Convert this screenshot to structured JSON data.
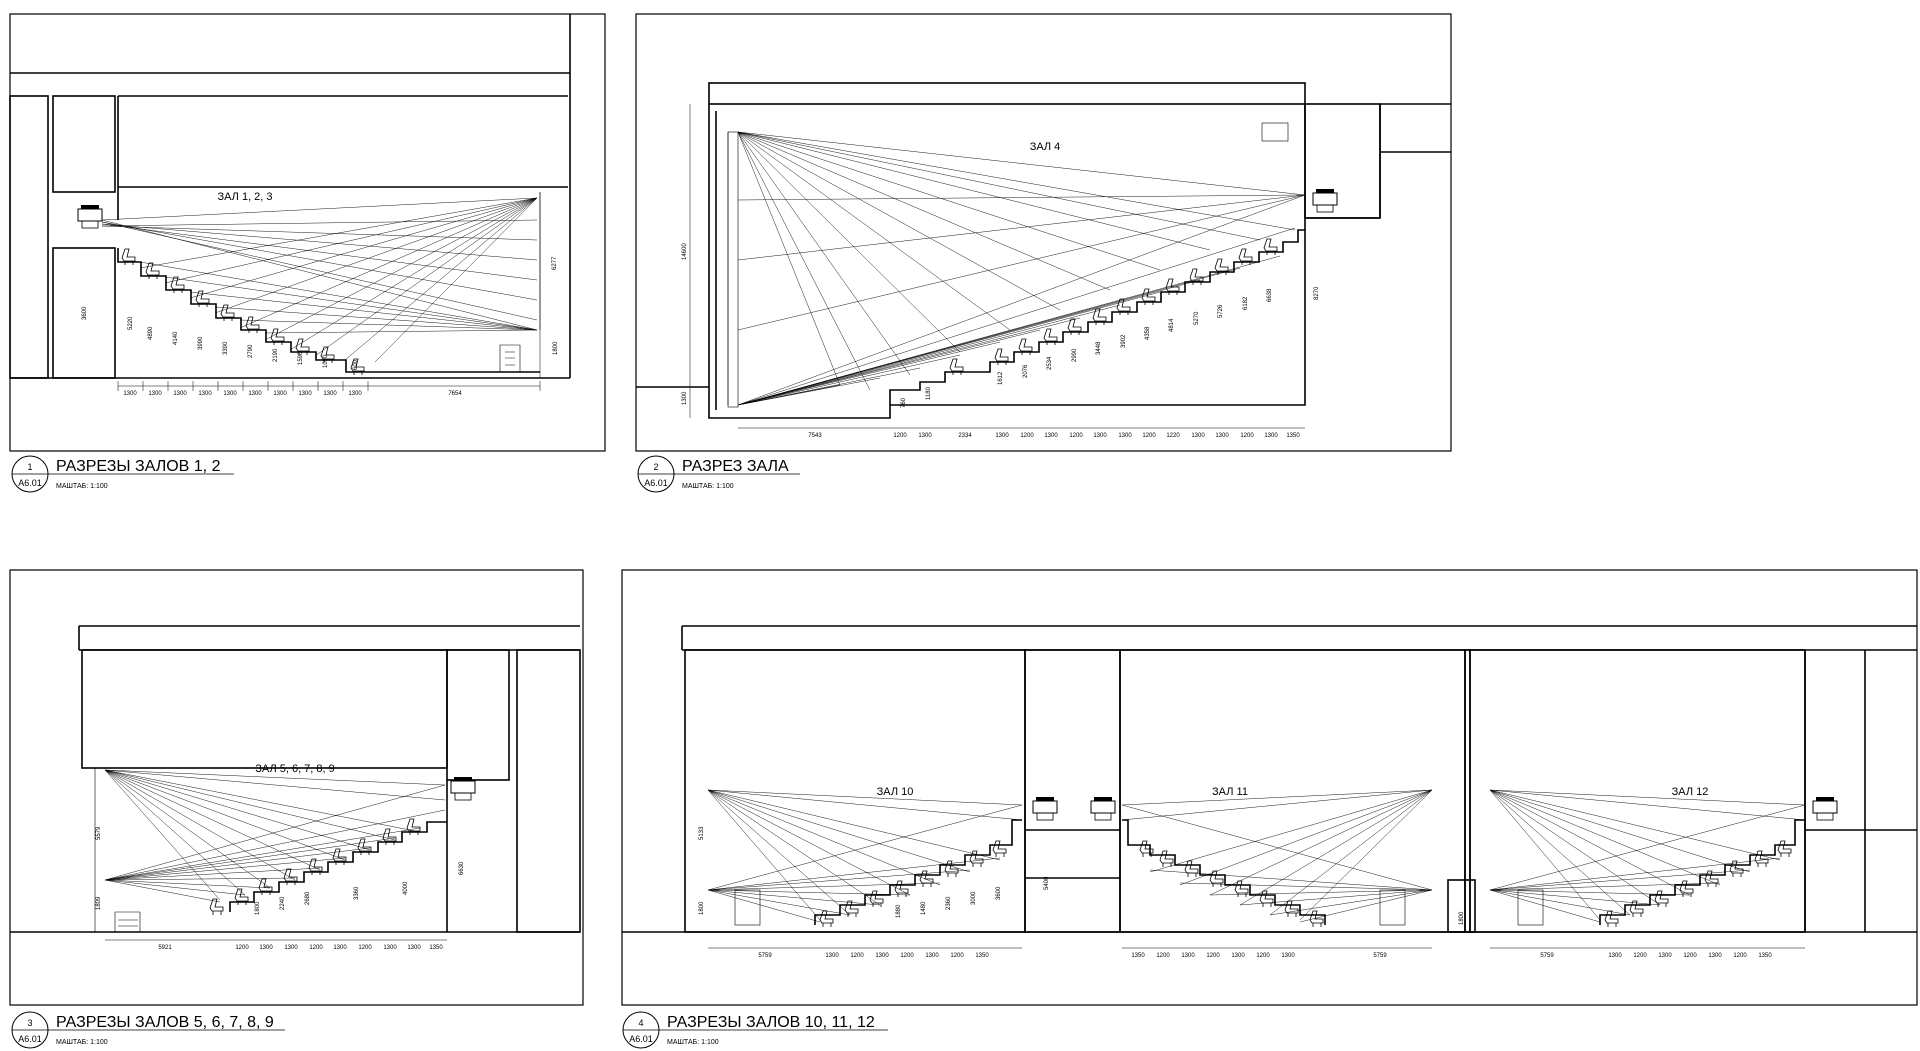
{
  "sections": [
    {
      "number": "1",
      "sheet_ref": "А6.01",
      "title": "РАЗРЕЗЫ ЗАЛОВ 1, 2",
      "scale": "МАШТАБ:  1:100",
      "hall_labels": [
        "ЗАЛ 1, 2, 3"
      ],
      "horizontal_dims": [
        "1300",
        "1300",
        "1300",
        "1300",
        "1300",
        "1300",
        "1300",
        "1300",
        "1300",
        "1300",
        "7654"
      ],
      "vertical_dims": [
        "5220",
        "4890",
        "4140",
        "3990",
        "3390",
        "2790",
        "2190",
        "1590",
        "1090",
        "600",
        "3600",
        "6277",
        "1800"
      ]
    },
    {
      "number": "2",
      "sheet_ref": "А6.01",
      "title": "РАЗРЕЗ ЗАЛА",
      "scale": "МАШТАБ:  1:100",
      "hall_labels": [
        "ЗАЛ 4"
      ],
      "horizontal_dims": [
        "7543",
        "1200",
        "1300",
        "2334",
        "1300",
        "1200",
        "1300",
        "1200",
        "1300",
        "1300",
        "1200",
        "1220",
        "1300",
        "1300",
        "1200",
        "1300",
        "1350"
      ],
      "vertical_dims": [
        "14600",
        "1300",
        "760",
        "1180",
        "1612",
        "2076",
        "2534",
        "2990",
        "3448",
        "3902",
        "4358",
        "4814",
        "5270",
        "5726",
        "6182",
        "6638",
        "8270"
      ]
    },
    {
      "number": "3",
      "sheet_ref": "А6.01",
      "title": "РАЗРЕЗЫ ЗАЛОВ 5, 6, 7, 8, 9",
      "scale": "МАШТАБ:  1:100",
      "hall_labels": [
        "ЗАЛ 5, 6, 7, 8, 9"
      ],
      "horizontal_dims": [
        "5921",
        "1200",
        "1300",
        "1300",
        "1200",
        "1300",
        "1200",
        "1300",
        "1300",
        "1350"
      ],
      "vertical_dims": [
        "5579",
        "1809",
        "1800",
        "2240",
        "2680",
        "3360",
        "4000",
        "6630"
      ]
    },
    {
      "number": "4",
      "sheet_ref": "А6.01",
      "title": "РАЗРЕЗЫ ЗАЛОВ 10, 11, 12",
      "scale": "МАШТАБ:  1:100",
      "hall_labels": [
        "ЗАЛ 10",
        "ЗАЛ 11",
        "ЗАЛ 12"
      ],
      "horizontal_dims_10": [
        "5759",
        "1300",
        "1200",
        "1300",
        "1200",
        "1300",
        "1200",
        "1350"
      ],
      "horizontal_dims_11": [
        "1350",
        "1200",
        "1300",
        "1200",
        "1300",
        "1200",
        "1300",
        "5759"
      ],
      "horizontal_dims_12": [
        "5759",
        "1300",
        "1200",
        "1300",
        "1200",
        "1300",
        "1200",
        "1350"
      ],
      "vertical_dims": [
        "5133",
        "1800",
        "5400",
        "3600",
        "3000",
        "2360",
        "1480",
        "1880",
        "1800"
      ]
    }
  ]
}
